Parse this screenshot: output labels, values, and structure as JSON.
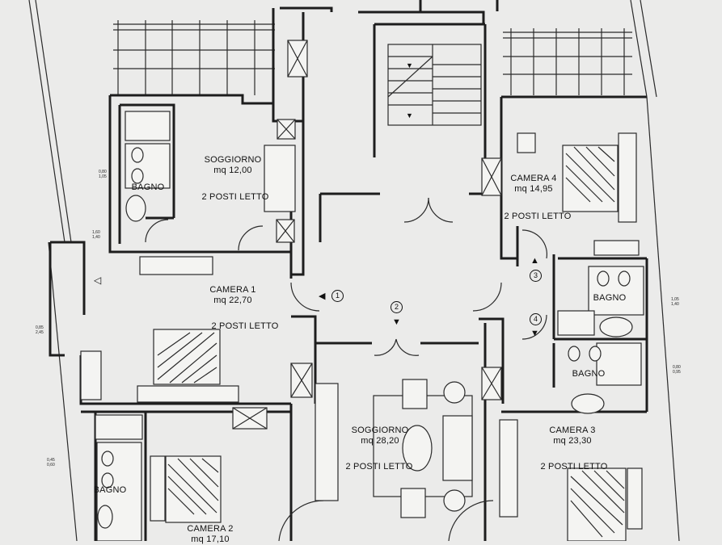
{
  "rooms": [
    {
      "id": "soggiorno-small",
      "name": "SOGGIORNO",
      "area": "mq 12,00",
      "beds": "2 POSTI LETTO"
    },
    {
      "id": "camera-1",
      "name": "CAMERA 1",
      "area": "mq 22,70",
      "beds": "2 POSTI LETTO"
    },
    {
      "id": "camera-4",
      "name": "CAMERA 4",
      "area": "mq 14,95",
      "beds": "2 POSTI LETTO"
    },
    {
      "id": "soggiorno-large",
      "name": "SOGGIORNO",
      "area": "mq 28,20",
      "beds": "2 POSTI LETTO"
    },
    {
      "id": "camera-3",
      "name": "CAMERA 3",
      "area": "mq 23,30",
      "beds": "2 POSTI LETTO"
    },
    {
      "id": "camera-2",
      "name": "CAMERA 2",
      "area": "mq 17,10"
    }
  ],
  "bathrooms": [
    "BAGNO",
    "BAGNO",
    "BAGNO",
    "BAGNO"
  ],
  "door_markers": [
    "1",
    "2",
    "3",
    "4"
  ],
  "dimension_notes": [
    "0,80",
    "1,05",
    "1,60",
    "1,40",
    "0,85",
    "2,45",
    "1,05",
    "1,40",
    "0,80",
    "0,95",
    "0,45",
    "0,60"
  ]
}
